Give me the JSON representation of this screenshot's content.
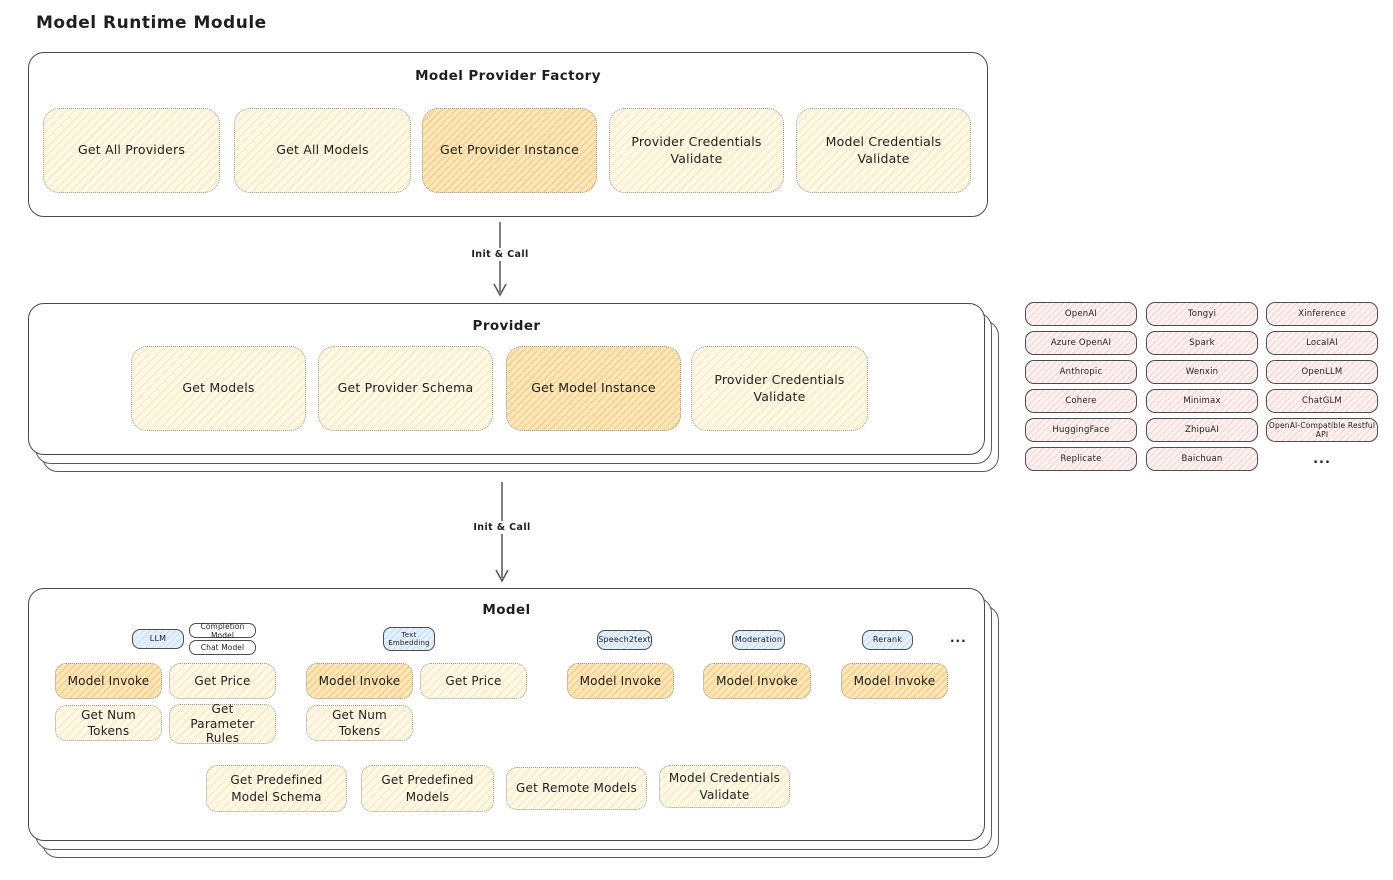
{
  "page": {
    "title": "Model Runtime Module"
  },
  "colors": {
    "action_fill": "#fdf8e6",
    "action_fill_highlight": "#fbe7ba",
    "provider_chip_fill": "#fdf1f1",
    "model_tab_fill": "#e4f1fb",
    "stroke": "#4a4a4a",
    "dotted_border": "#9b9b9b"
  },
  "factory": {
    "title": "Model Provider Factory",
    "buttons": [
      {
        "label": "Get All Providers",
        "highlight": false
      },
      {
        "label": "Get All Models",
        "highlight": false
      },
      {
        "label": "Get Provider Instance",
        "highlight": true
      },
      {
        "label": "Provider Credentials Validate",
        "highlight": false
      },
      {
        "label": "Model Credentials Validate",
        "highlight": false
      }
    ]
  },
  "arrow1": {
    "label": "Init & Call"
  },
  "provider": {
    "title": "Provider",
    "buttons": [
      {
        "label": "Get Models",
        "highlight": false
      },
      {
        "label": "Get Provider Schema",
        "highlight": false
      },
      {
        "label": "Get Model Instance",
        "highlight": true
      },
      {
        "label": "Provider Credentials Validate",
        "highlight": false
      }
    ]
  },
  "providers_grid": {
    "items": [
      "OpenAI",
      "Tongyi",
      "Xinference",
      "Azure OpenAI",
      "Spark",
      "LocalAI",
      "Anthropic",
      "Wenxin",
      "OpenLLM",
      "Cohere",
      "Minimax",
      "ChatGLM",
      "HuggingFace",
      "ZhipuAI",
      "OpenAI-Compatible Restful API",
      "Replicate",
      "Baichuan"
    ],
    "more": "..."
  },
  "arrow2": {
    "label": "Init & Call"
  },
  "model": {
    "title": "Model",
    "tabs": {
      "llm": "LLM",
      "completion_model": "Completion Model",
      "chat_model": "Chat Model",
      "text_embedding": "Text Embedding",
      "speech2text": "Speech2text",
      "moderation": "Moderation",
      "rerank": "Rerank",
      "more": "..."
    },
    "buttons_row1": [
      {
        "label": "Model Invoke",
        "highlight": true
      },
      {
        "label": "Get Price",
        "highlight": false
      },
      {
        "label": "Model Invoke",
        "highlight": true
      },
      {
        "label": "Get Price",
        "highlight": false
      },
      {
        "label": "Model Invoke",
        "highlight": true
      },
      {
        "label": "Model Invoke",
        "highlight": true
      },
      {
        "label": "Model Invoke",
        "highlight": true
      }
    ],
    "buttons_row2": [
      {
        "label": "Get Num Tokens",
        "highlight": false
      },
      {
        "label": "Get Parameter Rules",
        "highlight": false
      },
      {
        "label": "Get Num Tokens",
        "highlight": false
      }
    ],
    "buttons_row3": [
      {
        "label": "Get Predefined Model Schema",
        "highlight": false
      },
      {
        "label": "Get Predefined Models",
        "highlight": false
      },
      {
        "label": "Get Remote Models",
        "highlight": false
      },
      {
        "label": "Model Credentials Validate",
        "highlight": false
      }
    ]
  }
}
